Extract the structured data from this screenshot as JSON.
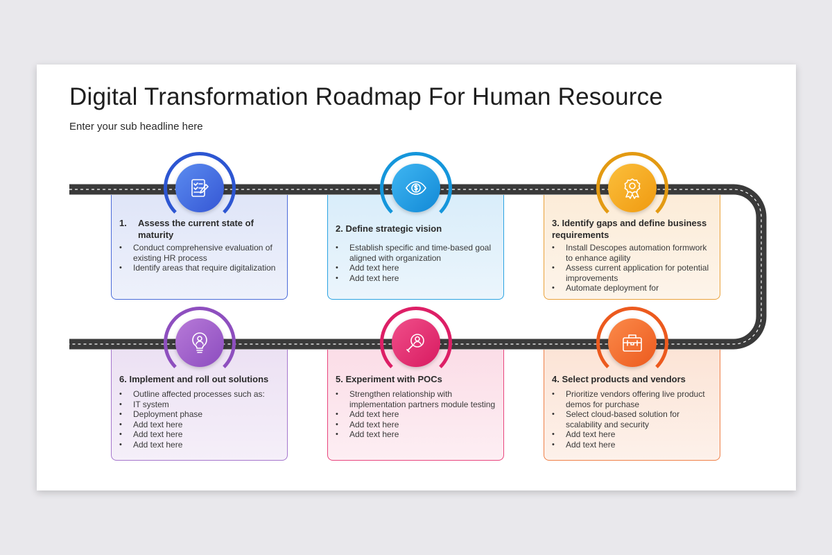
{
  "title": "Digital Transformation Roadmap For Human Resource",
  "subtitle": "Enter your sub headline here",
  "steps": [
    {
      "num": "1.",
      "title": "Assess the current state of maturity",
      "icon": "checklist-icon",
      "color": "#3d5fd9",
      "bullets": [
        "Conduct comprehensive evaluation of existing HR process",
        "Identify areas that require digitalization"
      ]
    },
    {
      "num": "2.",
      "title": "Define strategic vision",
      "icon": "eye-dollar-icon",
      "color": "#1a9be0",
      "bullets": [
        "Establish specific and time-based goal aligned with organization",
        "Add text here",
        "Add text here"
      ]
    },
    {
      "num": "3.",
      "title": "Identify gaps and define business requirements",
      "icon": "award-icon",
      "color": "#f59c12",
      "bullets": [
        "Install Descopes automation formwork to enhance agility",
        "Assess current application for potential improvements",
        "Automate deployment for"
      ]
    },
    {
      "num": "4.",
      "title": "Select products and vendors",
      "icon": "briefcase-icon",
      "color": "#f26b2a",
      "bullets": [
        "Prioritize vendors offering live product demos for purchase",
        "Select cloud-based solution for scalability and security",
        "Add text here",
        "Add text here"
      ]
    },
    {
      "num": "5.",
      "title": "Experiment with POCs",
      "icon": "search-person-icon",
      "color": "#e8316f",
      "bullets": [
        "Strengthen relationship with implementation partners module testing",
        "Add text here",
        "Add text here",
        "Add text here"
      ]
    },
    {
      "num": "6.",
      "title": "Implement and roll out solutions",
      "icon": "lightbulb-person-icon",
      "color": "#9b5bc7",
      "bullets": [
        "Outline affected processes such as:",
        "IT system",
        "Deployment phase",
        "Add text here",
        "Add text here",
        "Add text here"
      ]
    }
  ]
}
